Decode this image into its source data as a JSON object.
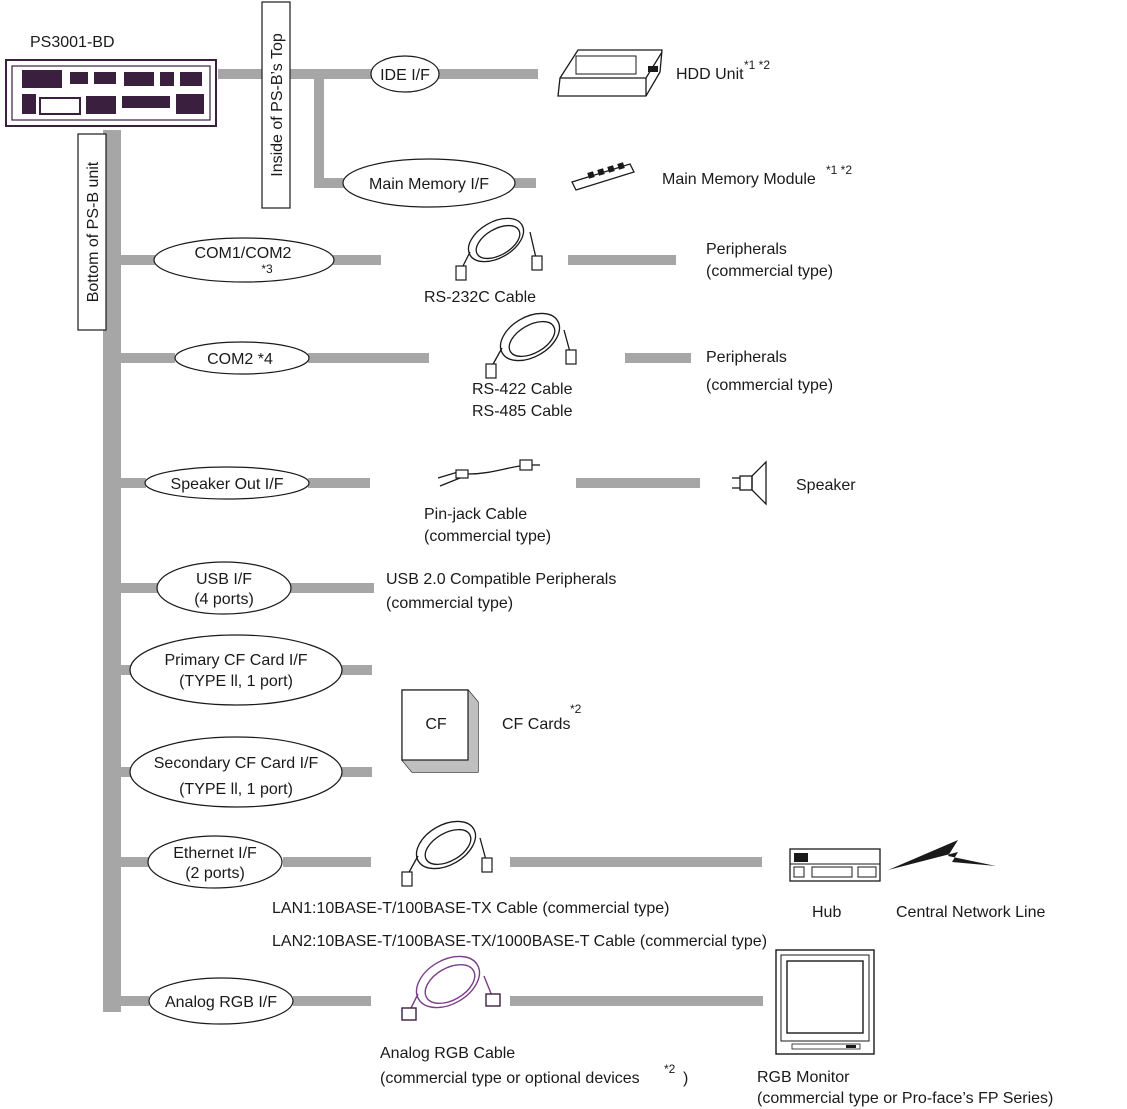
{
  "device": {
    "name": "PS3001-BD"
  },
  "vertical_labels": {
    "top": "Inside of PS-B’s Top",
    "bottom": "Bottom of PS-B unit"
  },
  "interfaces": {
    "ide": "IDE I/F",
    "memory": "Main Memory I/F",
    "com12_line1": "COM1/COM2",
    "com12_note": "*3",
    "com2": "COM2  *4",
    "speaker": "Speaker Out I/F",
    "usb_line1": "USB I/F",
    "usb_line2": "(4 ports)",
    "cf1_line1": "Primary CF Card I/F",
    "cf1_line2": "(TYPE ll, 1 port)",
    "cf2_line1": "Secondary CF Card I/F",
    "cf2_line2": "(TYPE ll, 1 port)",
    "eth_line1": "Ethernet I/F",
    "eth_line2": "(2 ports)",
    "rgb": "Analog RGB I/F"
  },
  "devices": {
    "hdd": "HDD Unit",
    "hdd_note": "*1 *2",
    "memory_module": "Main Memory Module",
    "memory_note": "*1 *2",
    "rs232": "RS-232C Cable",
    "periph1_line1": "Peripherals",
    "periph1_line2": "(commercial type)",
    "rs422": "RS-422 Cable",
    "rs485": "RS-485 Cable",
    "periph2_line1": "Peripherals",
    "periph2_line2": "(commercial type)",
    "pinjack_line1": "Pin-jack Cable",
    "pinjack_line2": "(commercial type)",
    "speaker": "Speaker",
    "usb_periph_line1": "USB 2.0 Compatible Peripherals",
    "usb_periph_line2": "(commercial type)",
    "cf_box": "CF",
    "cf_cards": "CF Cards",
    "cf_note": "*2",
    "lan1": "LAN1:10BASE-T/100BASE-TX Cable (commercial type)",
    "lan2": "LAN2:10BASE-T/100BASE-TX/1000BASE-T Cable (commercial type)",
    "hub": "Hub",
    "network": "Central Network Line",
    "rgb_cable_line1": "Analog RGB Cable",
    "rgb_cable_line2": "(commercial type or optional devices",
    "rgb_cable_note": "*2",
    "rgb_cable_close": ")",
    "monitor_line1": "RGB Monitor",
    "monitor_line2": "(commercial type or Pro-face’s FP Series)"
  },
  "colors": {
    "bar": "#a6a6a6",
    "line": "#1a1a1a",
    "rgb_cable": "#7a3f86",
    "device": "#3a1f3f"
  }
}
